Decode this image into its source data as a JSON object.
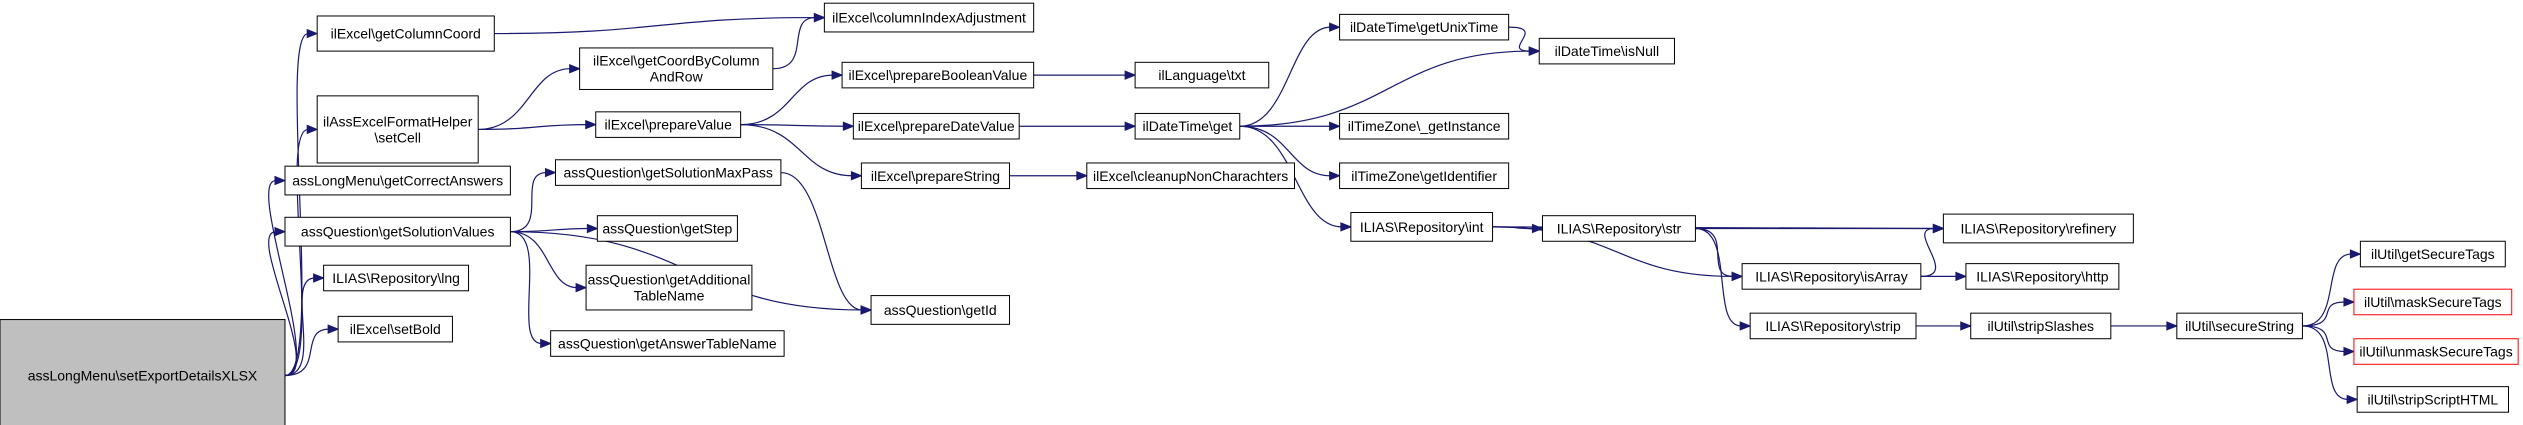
{
  "colors": {
    "edge": "#191970",
    "root_fill": "#bfbfbf",
    "red_border": "#ff0000"
  },
  "nodes": [
    {
      "id": "n1",
      "label": [
        "assLongMenu\\setExportDetailsXLSX"
      ],
      "style": "root"
    },
    {
      "id": "n2",
      "label": [
        "ilExcel\\getColumnCoord"
      ]
    },
    {
      "id": "n3",
      "label": [
        "ilAssExcelFormatHelper",
        "\\setCell"
      ]
    },
    {
      "id": "n4",
      "label": [
        "assLongMenu\\getCorrectAnswers"
      ]
    },
    {
      "id": "n5",
      "label": [
        "assQuestion\\getSolutionValues"
      ]
    },
    {
      "id": "n6",
      "label": [
        "ILIAS\\Repository\\lng"
      ]
    },
    {
      "id": "n7",
      "label": [
        "ilExcel\\setBold"
      ]
    },
    {
      "id": "n8",
      "label": [
        "ilExcel\\columnIndexAdjustment"
      ]
    },
    {
      "id": "n9",
      "label": [
        "ilExcel\\getCoordByColumn",
        "AndRow"
      ]
    },
    {
      "id": "n10",
      "label": [
        "ilExcel\\prepareValue"
      ]
    },
    {
      "id": "n11",
      "label": [
        "assQuestion\\getSolutionMaxPass"
      ]
    },
    {
      "id": "n12",
      "label": [
        "assQuestion\\getStep"
      ]
    },
    {
      "id": "n13",
      "label": [
        "assQuestion\\getAdditional",
        "TableName"
      ]
    },
    {
      "id": "n14",
      "label": [
        "assQuestion\\getAnswerTableName"
      ]
    },
    {
      "id": "n15",
      "label": [
        "assQuestion\\getId"
      ]
    },
    {
      "id": "n16",
      "label": [
        "ilExcel\\prepareBooleanValue"
      ]
    },
    {
      "id": "n17",
      "label": [
        "ilExcel\\prepareDateValue"
      ]
    },
    {
      "id": "n18",
      "label": [
        "ilExcel\\prepareString"
      ]
    },
    {
      "id": "n19",
      "label": [
        "ilLanguage\\txt"
      ]
    },
    {
      "id": "n20",
      "label": [
        "ilDateTime\\get"
      ]
    },
    {
      "id": "n21",
      "label": [
        "ilExcel\\cleanupNonCharachters"
      ]
    },
    {
      "id": "n22",
      "label": [
        "ilDateTime\\getUnixTime"
      ]
    },
    {
      "id": "n23",
      "label": [
        "ilDateTime\\isNull"
      ]
    },
    {
      "id": "n24",
      "label": [
        "ilTimeZone\\_getInstance"
      ]
    },
    {
      "id": "n25",
      "label": [
        "ilTimeZone\\getIdentifier"
      ]
    },
    {
      "id": "n26",
      "label": [
        "ILIAS\\Repository\\int"
      ]
    },
    {
      "id": "n27",
      "label": [
        "ILIAS\\Repository\\str"
      ]
    },
    {
      "id": "n28",
      "label": [
        "ILIAS\\Repository\\refinery"
      ]
    },
    {
      "id": "n29",
      "label": [
        "ILIAS\\Repository\\isArray"
      ]
    },
    {
      "id": "n30",
      "label": [
        "ILIAS\\Repository\\http"
      ]
    },
    {
      "id": "n31",
      "label": [
        "ILIAS\\Repository\\strip"
      ]
    },
    {
      "id": "n32",
      "label": [
        "ilUtil\\stripSlashes"
      ]
    },
    {
      "id": "n33",
      "label": [
        "ilUtil\\secureString"
      ]
    },
    {
      "id": "n34",
      "label": [
        "ilUtil\\getSecureTags"
      ]
    },
    {
      "id": "n35",
      "label": [
        "ilUtil\\maskSecureTags"
      ],
      "style": "red"
    },
    {
      "id": "n36",
      "label": [
        "ilUtil\\unmaskSecureTags"
      ],
      "style": "red"
    },
    {
      "id": "n37",
      "label": [
        "ilUtil\\stripScriptHTML"
      ]
    }
  ],
  "edges": [
    [
      "n1",
      "n2"
    ],
    [
      "n1",
      "n3"
    ],
    [
      "n1",
      "n4"
    ],
    [
      "n1",
      "n5"
    ],
    [
      "n1",
      "n6"
    ],
    [
      "n1",
      "n7"
    ],
    [
      "n2",
      "n8"
    ],
    [
      "n3",
      "n9"
    ],
    [
      "n3",
      "n10"
    ],
    [
      "n9",
      "n8"
    ],
    [
      "n5",
      "n11"
    ],
    [
      "n5",
      "n12"
    ],
    [
      "n5",
      "n13"
    ],
    [
      "n5",
      "n14"
    ],
    [
      "n5",
      "n15"
    ],
    [
      "n11",
      "n15"
    ],
    [
      "n10",
      "n16"
    ],
    [
      "n10",
      "n17"
    ],
    [
      "n10",
      "n18"
    ],
    [
      "n16",
      "n19"
    ],
    [
      "n17",
      "n20"
    ],
    [
      "n18",
      "n21"
    ],
    [
      "n20",
      "n22"
    ],
    [
      "n20",
      "n23"
    ],
    [
      "n20",
      "n24"
    ],
    [
      "n20",
      "n25"
    ],
    [
      "n20",
      "n26"
    ],
    [
      "n22",
      "n23"
    ],
    [
      "n26",
      "n27"
    ],
    [
      "n26",
      "n28"
    ],
    [
      "n26",
      "n29"
    ],
    [
      "n27",
      "n28"
    ],
    [
      "n27",
      "n29"
    ],
    [
      "n27",
      "n31"
    ],
    [
      "n29",
      "n28"
    ],
    [
      "n29",
      "n30"
    ],
    [
      "n31",
      "n32"
    ],
    [
      "n32",
      "n33"
    ],
    [
      "n33",
      "n34"
    ],
    [
      "n33",
      "n35"
    ],
    [
      "n33",
      "n36"
    ],
    [
      "n33",
      "n37"
    ]
  ]
}
